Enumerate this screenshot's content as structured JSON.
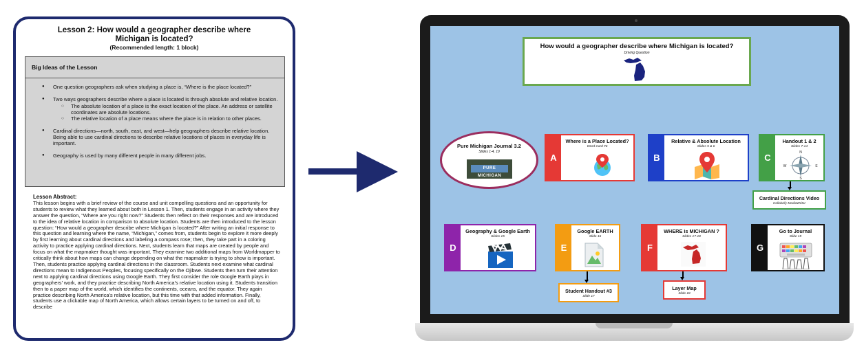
{
  "lesson_doc": {
    "title": "Lesson 2: How would a geographer describe where Michigan is located?",
    "recommended": "(Recommended length: 1 block)",
    "big_ideas_header": "Big Ideas of the Lesson",
    "big_ideas": [
      "One question geographers ask when studying a place is, “Where is the place located?”",
      "Two ways geographers describe where a place is located is through absolute and relative location.",
      "Cardinal directions—north, south, east, and west—help geographers describe relative location.  Being able to use cardinal directions to describe relative locations of places in everyday life is important.",
      "Geography is used by many different people in many different jobs."
    ],
    "sub_ideas": [
      "The absolute location of a place is the exact location of the place.  An address or satellite coordinates are absolute locations.",
      "The relative location of a place means where the place is in relation to other places."
    ],
    "abstract_header": "Lesson Abstract:",
    "abstract_text": "This lesson begins with a brief review of the course and unit compelling questions and an opportunity for students to review what they learned about both in Lesson 1.  Then, students engage in an activity where they answer the question, “Where are you right now?”  Students then reflect on their responses and are introduced to the idea of relative location in comparison to absolute location.  Students are then introduced to the lesson question: “How would a geographer describe where Michigan is located?”  After writing an initial response to this question and learning where the name, “Michigan,” comes from, students begin to explore it more deeply by first learning about cardinal directions and labeling a compass rose; then, they take part in a coloring activity to practice applying cardinal directions.  Next, students learn that maps are created by people and focus on what the mapmaker thought was important.  They examine two additional maps from Worldmapper to critically think about how maps can change depending on what the mapmaker is trying to show is important.  Then, students practice applying cardinal directions in the classroom. Students next examine what cardinal directions mean to Indigenous Peoples, focusing specifically on the Ojibwe.  Students then turn their attention next to applying cardinal directions using Google Earth.  They first consider the role Google Earth plays in geographers’ work, and they practice describing North America’s relative location using it.  Students transition then to a paper map of the world, which identifies the continents, oceans, and the equator.  They again practice describing North America’s relative location, but this time with that added information.  Finally, students use a clickable map of North America, which allows certain layers to be turned on and off, to describe"
  },
  "arrow": {
    "color": "#1e2a6e",
    "icon": "right-arrow-icon"
  },
  "laptop": {
    "driving_question": {
      "title": "How would a geographer describe where Michigan is located?",
      "subtitle": "Driving Question"
    },
    "journal": {
      "title": "Pure Michigan Journal 3.2",
      "slides": "Slides 1-4, 19",
      "sign_text": "PURE MICHIGAN"
    },
    "cards": [
      {
        "letter": "A",
        "title": "Where is a Place Located?",
        "slides": "Word Card #6",
        "color": "#e53935",
        "icon": "globe-pin-icon"
      },
      {
        "letter": "B",
        "title": "Relative & Absolute Location",
        "slides": "Slides 5 & 6",
        "color": "#1e40c8",
        "icon": "map-pin-icon"
      },
      {
        "letter": "C",
        "title": "Handout 1 & 2",
        "slides": "Slides 7-14",
        "color": "#43a047",
        "icon": "compass-rose-icon"
      },
      {
        "letter": "D",
        "title": "Geography & Google Earth",
        "slides": "Slides 15",
        "color": "#8e24aa",
        "icon": "video-clapper-icon"
      },
      {
        "letter": "E",
        "title": "Google EARTH",
        "slides": "Slide 16",
        "color": "#f39c12",
        "icon": "image-file-icon"
      },
      {
        "letter": "F",
        "title": "WHERE is MICHIGAN ?",
        "slides": "Slides 17-18",
        "color": "#e53935",
        "icon": "michigan-map-icon"
      },
      {
        "letter": "G",
        "title": "Go to Journal",
        "slides": "Slide 19",
        "color": "#111111",
        "icon": "keyboard-hands-icon"
      }
    ],
    "compass_letters": {
      "n": "N",
      "s": "S",
      "e": "E",
      "w": "W"
    },
    "sub_items": [
      {
        "title": "Cardinal Directions Video",
        "subtitle": "Collabrify MediaWriter",
        "color": "#43a047"
      },
      {
        "title": "Student Handout #3",
        "subtitle": "Slide 17",
        "color": "#f39c12"
      },
      {
        "title": "Layer Map",
        "subtitle": "Slide 18",
        "color": "#e53935"
      }
    ]
  }
}
